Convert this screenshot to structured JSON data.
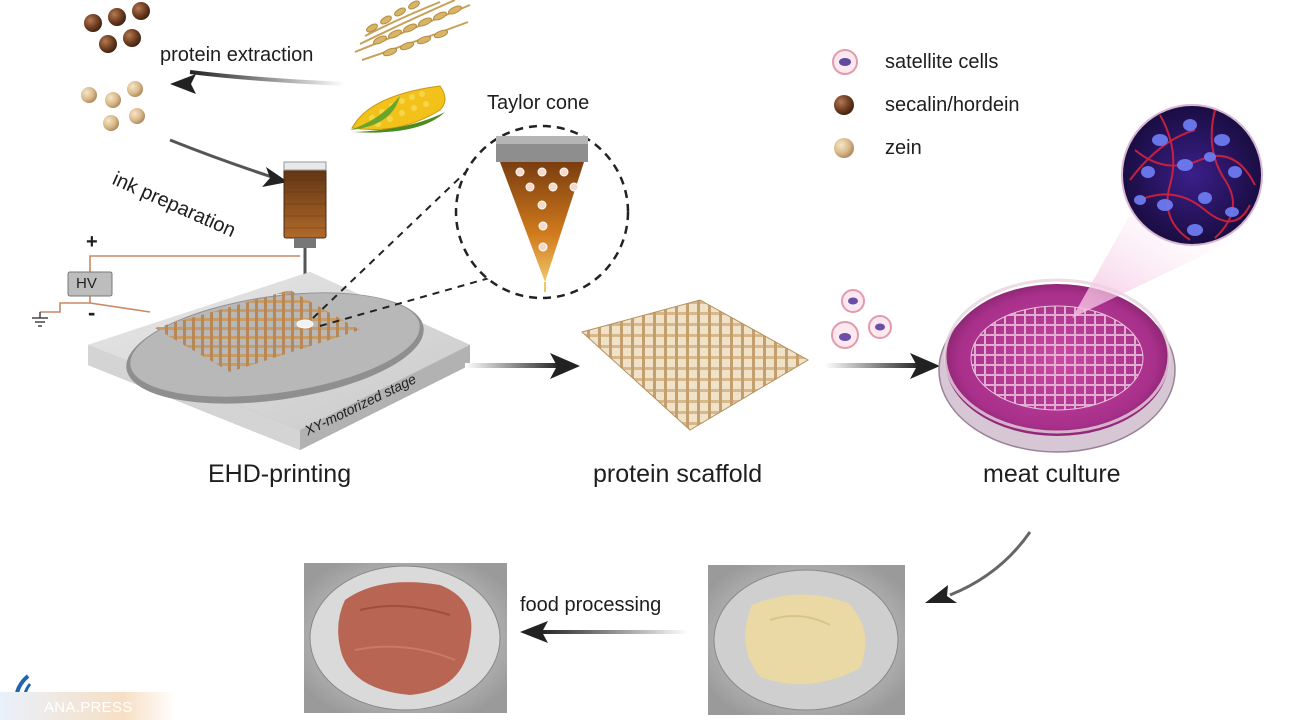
{
  "labels": {
    "protein_extraction": "protein extraction",
    "ink_preparation": "ink preparation",
    "taylor_cone": "Taylor cone",
    "hv": "HV",
    "plus": "+",
    "minus": "-",
    "stage": "XY-motorized stage",
    "ehd_printing": "EHD-printing",
    "protein_scaffold": "protein scaffold",
    "meat_culture": "meat culture",
    "food_processing": "food processing"
  },
  "legend": [
    {
      "label": "satellite cells",
      "icon": "satellite-cell-icon"
    },
    {
      "label": "secalin/hordein",
      "icon": "brown-bead-icon"
    },
    {
      "label": "zein",
      "icon": "tan-bead-icon"
    }
  ],
  "watermark": {
    "text": "ANA.PRESS",
    "icon": "ana-press-logo"
  },
  "colors": {
    "secalin": "#6e3d22",
    "zein": "#d9b98a",
    "ink": "#9a5a1f",
    "medium": "#b8348f",
    "scaffold": "#c9a77a",
    "meat": "#b86553",
    "cooked_scaffold": "#ead9a4",
    "arrow": "#2a2a2a"
  }
}
